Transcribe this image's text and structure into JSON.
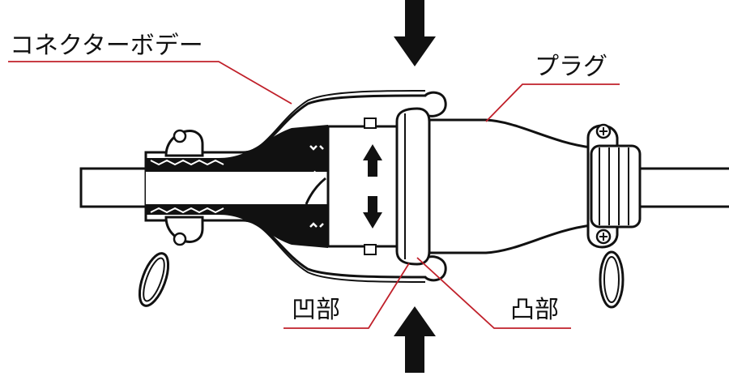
{
  "labels": {
    "connector_body": "コネクターボデー",
    "plug": "プラグ",
    "concave": "凹部",
    "convex": "凸部"
  },
  "colors": {
    "ink": "#111111",
    "leader": "#c0202a",
    "paper": "#ffffff"
  }
}
